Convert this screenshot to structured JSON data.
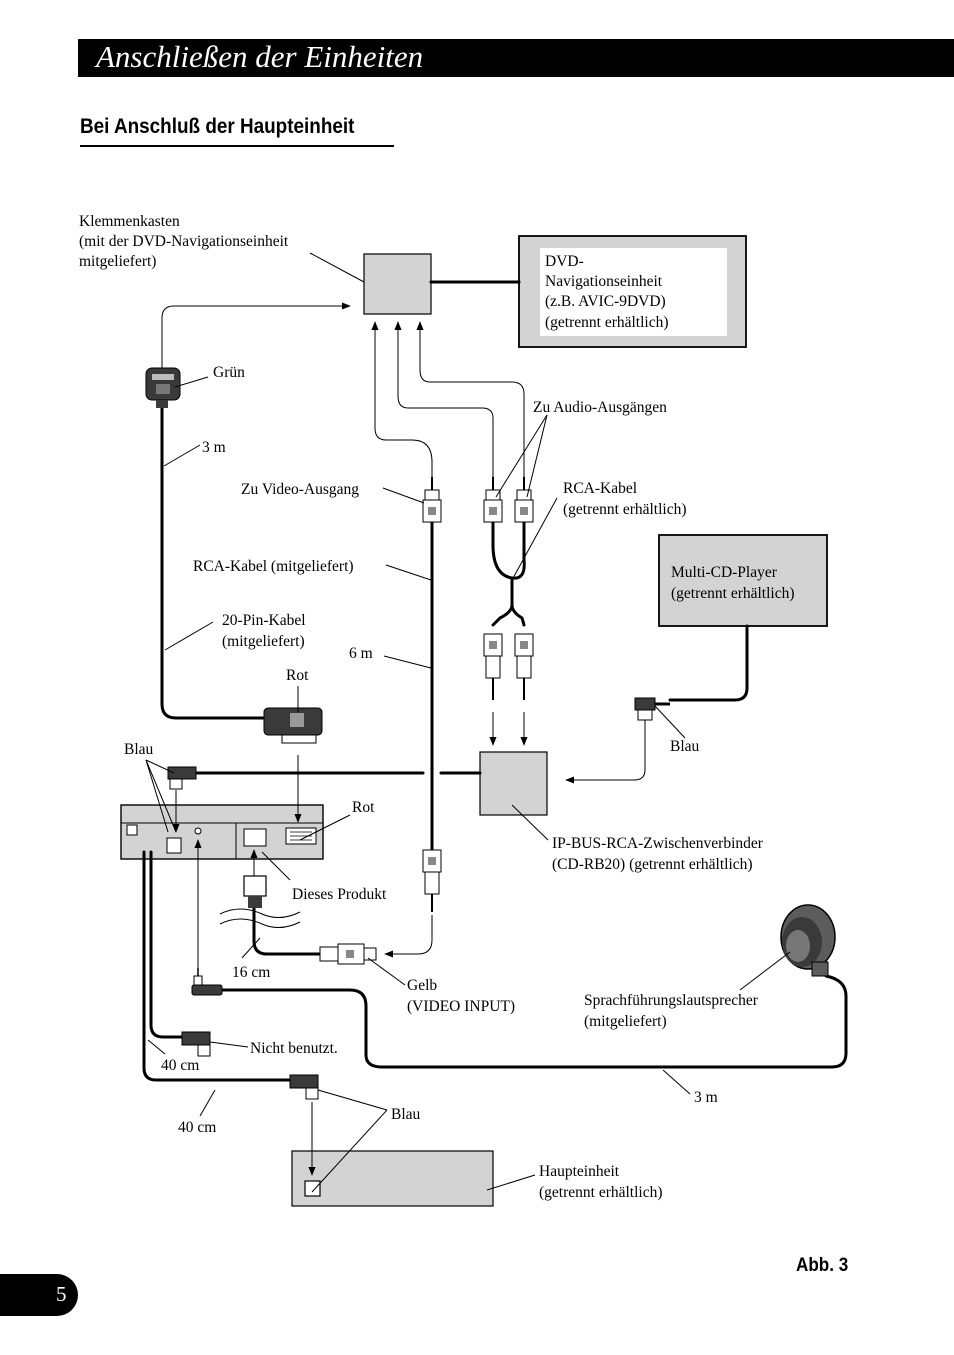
{
  "header": {
    "title": "Anschließen der Einheiten"
  },
  "section": {
    "title": "Bei Anschluß der Haupteinheit"
  },
  "labels": {
    "klemmenkasten": [
      "Klemmenkasten",
      "(mit der DVD-Navigationseinheit",
      "mitgeliefert)"
    ],
    "dvd_unit": [
      "DVD-",
      "Navigationseinheit",
      "(z.B. AVIC-9DVD)",
      "(getrennt erhältlich)"
    ],
    "gruen": "Grün",
    "zu_audio": "Zu Audio-Ausgängen",
    "len_3m_top": "3 m",
    "zu_video": "Zu Video-Ausgang",
    "rca_kabel_sep": [
      "RCA-Kabel",
      "(getrennt erhältlich)"
    ],
    "rca_kabel_incl": "RCA-Kabel (mitgeliefert)",
    "multi_cd": [
      "Multi-CD-Player",
      "(getrennt erhältlich)"
    ],
    "pin20": [
      "20-Pin-Kabel",
      "(mitgeliefert)"
    ],
    "len_6m": "6 m",
    "rot_top": "Rot",
    "blau_right": "Blau",
    "blau_left": "Blau",
    "rot_mid": "Rot",
    "ipbus": [
      "IP-BUS-RCA-Zwischenverbinder",
      "(CD-RB20) (getrennt erhältlich)"
    ],
    "dieses_produkt": "Dieses Produkt",
    "len_16cm": "16 cm",
    "gelb": [
      "Gelb",
      "(VIDEO INPUT)"
    ],
    "speaker": [
      "Sprachführungslautsprecher",
      "(mitgeliefert)"
    ],
    "nicht_benutzt": "Nicht benutzt.",
    "len_40cm_a": "40 cm",
    "len_3m_bottom": "3 m",
    "blau_bottom": "Blau",
    "len_40cm_b": "40 cm",
    "haupteinheit": [
      "Haupteinheit",
      "(getrennt erhältlich)"
    ]
  },
  "figure": {
    "label": "Abb. 3"
  },
  "page": {
    "number": "5"
  }
}
